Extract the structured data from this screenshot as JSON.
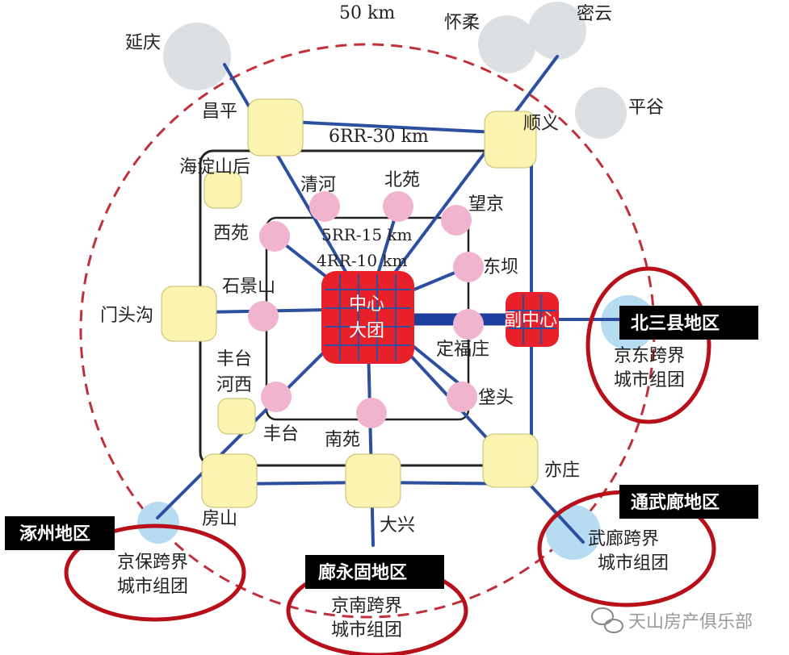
{
  "radius_label": "50 km",
  "rings": {
    "ring6": "6RR-30 km",
    "ring5": "5RR-15 km",
    "ring4": "4RR-10 km"
  },
  "core": {
    "line1": "中心",
    "line2": "大团"
  },
  "sub_center": "副中心",
  "outer_towns": {
    "yanqing": "延庆",
    "huairou": "怀柔",
    "miyun": "密云",
    "pinggu": "平谷"
  },
  "new_towns": {
    "changping": "昌平",
    "shunyi": "顺义",
    "haidian_shanhou": "海淀山后",
    "mentougou": "门头沟",
    "fengtai_hexi_1": "丰台",
    "fengtai_hexi_2": "河西",
    "fangshan": "房山",
    "daxing": "大兴",
    "yizhuang": "亦庄"
  },
  "edge_groups": {
    "qinghe": "清河",
    "beiyuan": "北苑",
    "wangjing": "望京",
    "xiyuan": "西苑",
    "dongba": "东坝",
    "shijingshan": "石景山",
    "dingfuzhuang": "定福庄",
    "fengtai": "丰台",
    "nanyuan": "南苑",
    "fatou": "垡头"
  },
  "regions": [
    {
      "tag": "北三县地区",
      "line1": "京东跨界",
      "line2": "城市组团"
    },
    {
      "tag": "通武廊地区",
      "line1": "武廊跨界",
      "line2": "城市组团"
    },
    {
      "tag": "涿州地区",
      "line1": "京保跨界",
      "line2": "城市组团"
    },
    {
      "tag": "廊永固地区",
      "line1": "京南跨界",
      "line2": "城市组团"
    }
  ],
  "watermark": "天山房产俱乐部",
  "colors": {
    "core_red": "#e8202a",
    "grid_blue": "#2d4fa0",
    "axis_blue": "#1f3f9e",
    "new_town_yellow": "#fbf3b0",
    "edge_pink": "#f0b4cf",
    "outer_gray": "#dde0e3",
    "circle_dash": "#c0303a",
    "ellipse_red": "#b8101a",
    "cross_border_blue": "#b6dcf2",
    "tag_black": "#000000"
  },
  "icons": {
    "watermark": "wechat-icon"
  }
}
